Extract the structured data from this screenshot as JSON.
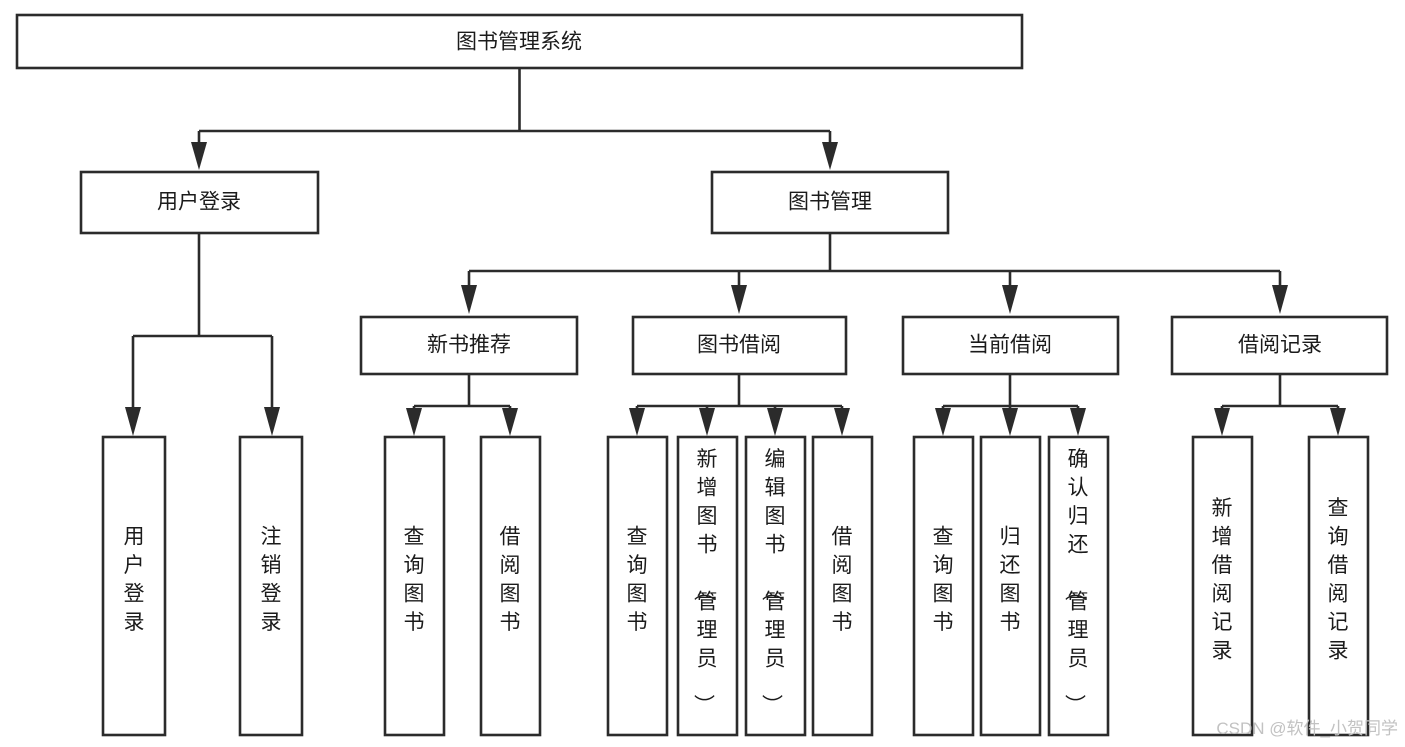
{
  "diagram": {
    "title": "图书管理系统",
    "type": "tree-hierarchy",
    "watermark": "CSDN @软件_小贺同学",
    "nodes": {
      "root": {
        "label": "图书管理系统"
      },
      "level2": [
        {
          "id": "user-login",
          "label": "用户登录"
        },
        {
          "id": "book-manage",
          "label": "图书管理"
        }
      ],
      "level3": [
        {
          "id": "new-book-recommend",
          "label": "新书推荐"
        },
        {
          "id": "book-borrow",
          "label": "图书借阅"
        },
        {
          "id": "current-borrow",
          "label": "当前借阅"
        },
        {
          "id": "borrow-record",
          "label": "借阅记录"
        }
      ],
      "leaves": {
        "user_login": [
          {
            "id": "leaf-user-login",
            "label": "用户登录"
          },
          {
            "id": "leaf-logout-login",
            "label": "注销登录"
          }
        ],
        "new_book_recommend": [
          {
            "id": "leaf-query-book-1",
            "label": "查询图书"
          },
          {
            "id": "leaf-borrow-book-1",
            "label": "借阅图书"
          }
        ],
        "book_borrow": [
          {
            "id": "leaf-query-book-2",
            "label": "查询图书"
          },
          {
            "id": "leaf-add-book",
            "label": "新增图书（管理员）"
          },
          {
            "id": "leaf-edit-book",
            "label": "编辑图书（管理员）"
          },
          {
            "id": "leaf-borrow-book-2",
            "label": "借阅图书"
          }
        ],
        "current_borrow": [
          {
            "id": "leaf-query-book-3",
            "label": "查询图书"
          },
          {
            "id": "leaf-return-book",
            "label": "归还图书"
          },
          {
            "id": "leaf-confirm-return",
            "label": "确认归还（管理员）"
          }
        ],
        "borrow_record": [
          {
            "id": "leaf-add-record",
            "label": "新增借阅记录"
          },
          {
            "id": "leaf-query-record",
            "label": "查询借阅记录"
          }
        ]
      }
    },
    "colors": {
      "stroke": "#2b2b2b",
      "fill": "#ffffff",
      "text": "#1b1b1b",
      "watermark": "#c2c2c2"
    }
  }
}
